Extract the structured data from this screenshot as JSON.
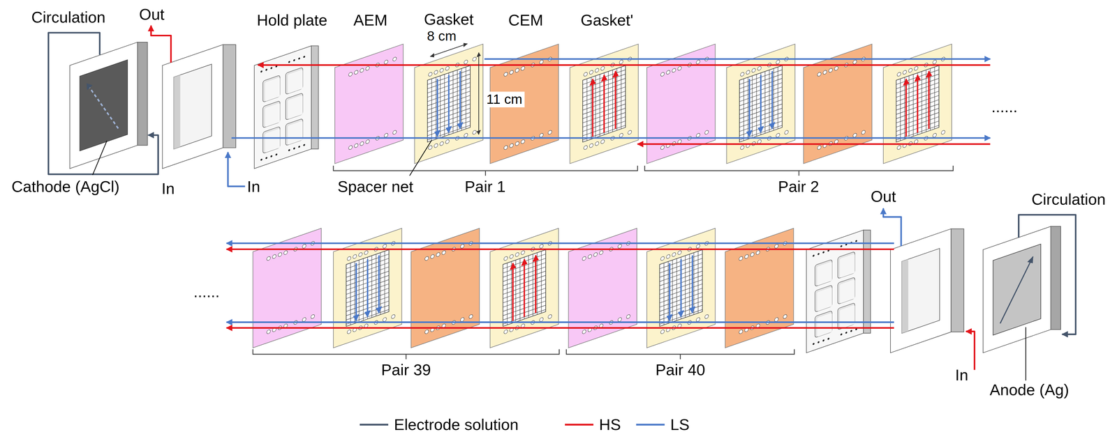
{
  "diagram": {
    "labels": [
      "Circulation",
      "Out",
      "Hold plate",
      "AEM",
      "Gasket",
      "CEM",
      "Gasket'",
      "8 cm",
      "11 cm",
      "Cathode (AgCl)",
      "In",
      "In",
      "Spacer net",
      "Pair 1",
      "Pair 2",
      "......",
      "Out",
      "Circulation",
      "......",
      "Pair 39",
      "Pair 40",
      "In",
      "Anode (Ag)"
    ],
    "legend": [
      {
        "text": "Electrode solution"
      },
      {
        "text": "HS"
      },
      {
        "text": "LS"
      }
    ]
  }
}
